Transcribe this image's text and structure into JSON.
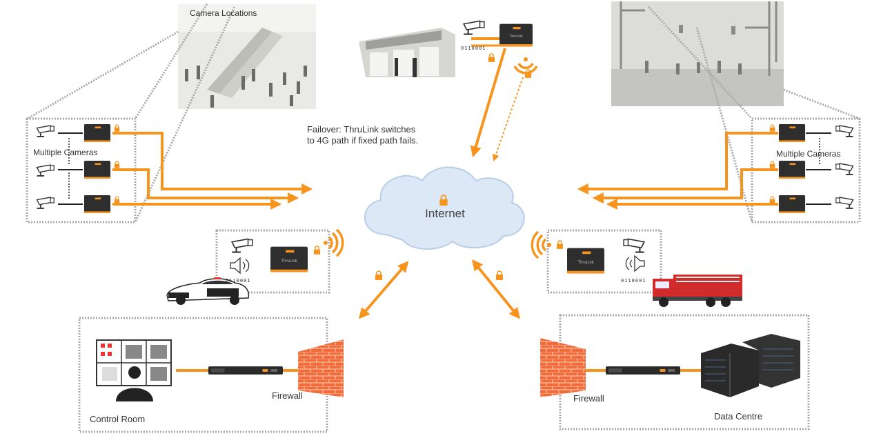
{
  "labels": {
    "camera_locations": "Camera Locations",
    "failover_line1": "Failover: ThruLink switches",
    "failover_line2": "to 4G path if fixed path fails.",
    "multiple_cameras_left": "Multiple Cameras",
    "multiple_cameras_right": "Multiple Cameras",
    "internet": "Internet",
    "control_room": "Control Room",
    "firewall_left": "Firewall",
    "firewall_right": "Firewall",
    "data_centre": "Data Centre",
    "binary_shop": "0110001",
    "binary_police": "0110001",
    "binary_fire": "0110001",
    "device_brand": "ThruLink"
  },
  "colors": {
    "accent_orange": "#f7941d",
    "device_dark": "#2e2e2e",
    "cloud_fill": "#dce8f6",
    "cloud_stroke": "#b8cde6",
    "frame_gray": "#a8a8a8",
    "firewall_red": "#f26b3a",
    "photo_gray": "#c9c9c4",
    "fire_truck_red": "#d22b2b"
  },
  "icons": {
    "camera": "cctv-camera-icon",
    "speaker": "speaker-icon",
    "lock": "padlock-icon",
    "wireless": "wireless-signal-icon",
    "router": "thrulink-router-icon",
    "firewall": "brick-firewall-icon",
    "servers": "server-rack-icon",
    "operator": "control-room-operator-icon"
  }
}
